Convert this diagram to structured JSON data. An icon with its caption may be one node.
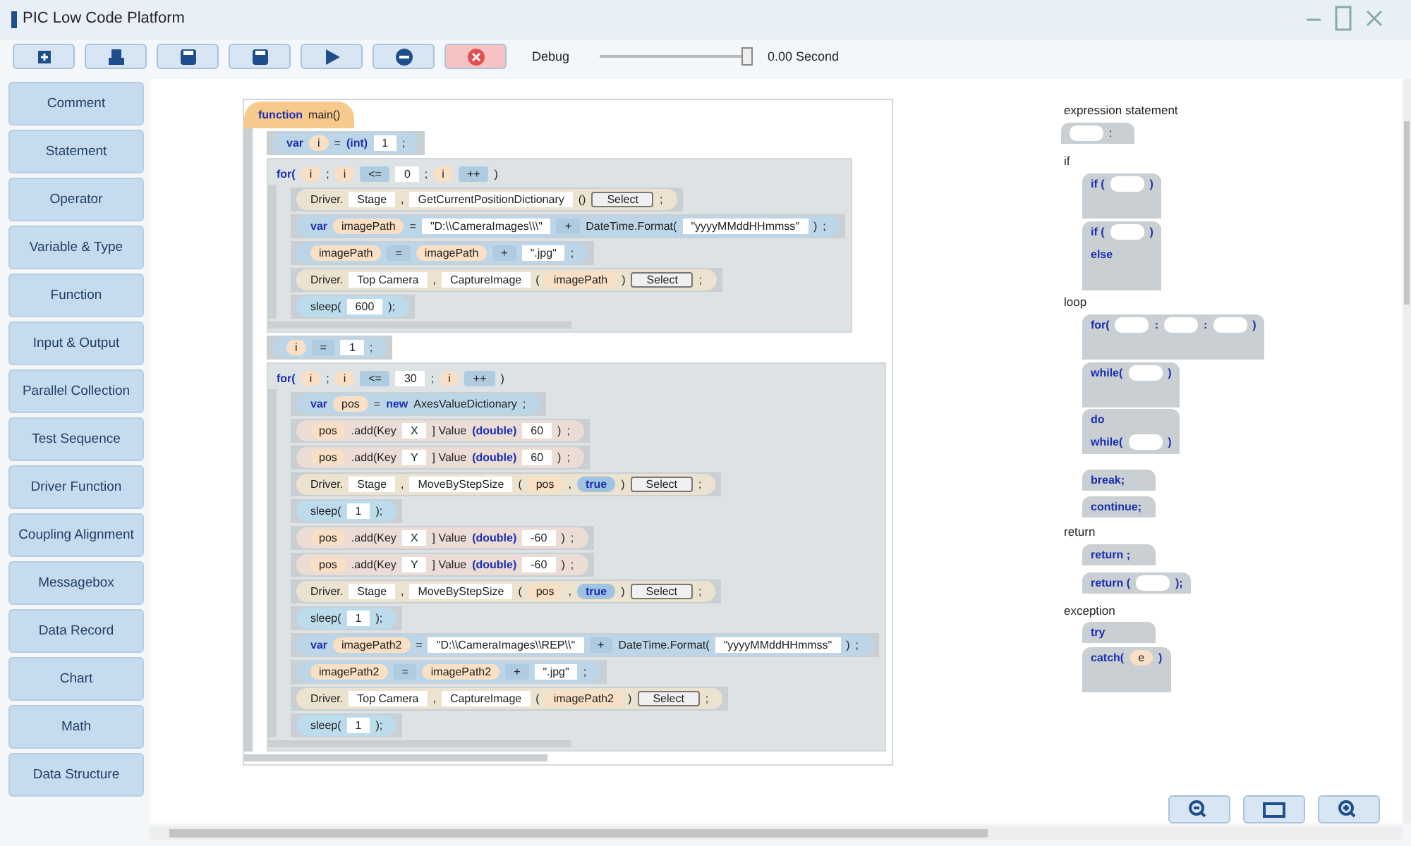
{
  "diagram": {
    "title": "PIC Low Code Platform",
    "nodes": [
      {
        "text": [
          "Comment"
        ]
      },
      {
        "text": [
          "Statement"
        ]
      },
      {
        "text": [
          "Operator"
        ]
      },
      {
        "text": [
          "Variable & Type"
        ]
      },
      {
        "text": [
          "Function"
        ]
      },
      {
        "text": [
          "Input & Output"
        ]
      },
      {
        "text": [
          "Parallel Collection"
        ]
      },
      {
        "text": [
          "Test Sequence"
        ]
      },
      {
        "text": [
          "Driver Function"
        ]
      },
      {
        "text": [
          "Coupling Alignment"
        ]
      },
      {
        "text": [
          "Messagebox"
        ]
      },
      {
        "text": [
          "Data Record"
        ]
      },
      {
        "text": [
          "Chart"
        ]
      },
      {
        "text": [
          "Math"
        ]
      },
      {
        "text": [
          "Data Structure"
        ]
      },
      {
        "text": [
          "function",
          "main()"
        ]
      },
      {
        "text": [
          "var",
          "i",
          "=",
          "(int)",
          "1",
          ";"
        ],
        "in": 15
      },
      {
        "text": [
          "for(",
          "i",
          ";",
          "i",
          "<=",
          "0",
          ";",
          "i",
          "++",
          ")"
        ],
        "in": 15
      },
      {
        "text": [
          "Driver.",
          "Stage",
          ",",
          "GetCurrentPositionDictionary",
          "()",
          "Select",
          ";"
        ],
        "in": 17
      },
      {
        "text": [
          "var",
          "imagePath",
          "=",
          "\"D:\\\\CameraImages\\\\\\\"",
          "+",
          "DateTime.Format(",
          "\"yyyyMMddHHmmss\"",
          ")",
          ";"
        ],
        "in": 17
      },
      {
        "text": [
          "imagePath",
          "=",
          "imagePath",
          "+",
          "\".jpg\"",
          ";"
        ],
        "in": 17
      },
      {
        "text": [
          "Driver.",
          "Top Camera",
          ",",
          "CaptureImage",
          "(",
          "imagePath",
          ")",
          "Select",
          ";"
        ],
        "in": 17
      },
      {
        "text": [
          "sleep(",
          "600",
          ");"
        ],
        "in": 17
      },
      {
        "text": [
          "i",
          "=",
          "1",
          ";"
        ],
        "in": 15
      },
      {
        "text": [
          "for(",
          "i",
          ";",
          "i",
          "<=",
          "30",
          ";",
          "i",
          "++",
          ")"
        ],
        "in": 15
      },
      {
        "text": [
          "var",
          "pos",
          "=",
          "new",
          "AxesValueDictionary",
          ";"
        ],
        "in": 24
      },
      {
        "text": [
          "pos",
          ".add(Key",
          "X",
          "] Value",
          "(double)",
          "60",
          ")",
          ";"
        ],
        "in": 24
      },
      {
        "text": [
          "pos",
          ".add(Key",
          "Y",
          "] Value",
          "(double)",
          "60",
          ")",
          ";"
        ],
        "in": 24
      },
      {
        "text": [
          "Driver.",
          "Stage",
          ",",
          "MoveByStepSize",
          "(",
          "pos",
          ",",
          "true",
          ")",
          "Select",
          ";"
        ],
        "in": 24
      },
      {
        "text": [
          "sleep(",
          "1",
          ");"
        ],
        "in": 24
      },
      {
        "text": [
          "pos",
          ".add(Key",
          "X",
          "] Value",
          "(double)",
          "-60",
          ")",
          ";"
        ],
        "in": 24
      },
      {
        "text": [
          "pos",
          ".add(Key",
          "Y",
          "] Value",
          "(double)",
          "-60",
          ")",
          ";"
        ],
        "in": 24
      },
      {
        "text": [
          "Driver.",
          "Stage",
          ",",
          "MoveByStepSize",
          "(",
          "pos",
          ",",
          "true",
          ")",
          "Select",
          ";"
        ],
        "in": 24
      },
      {
        "text": [
          "sleep(",
          "1",
          ");"
        ],
        "in": 24
      },
      {
        "text": [
          "var",
          "imagePath2",
          "=",
          "\"D:\\\\CameraImages\\\\REP\\\\\"",
          "+",
          "DateTime.Format(",
          "\"yyyyMMddHHmmss\"",
          ")",
          ";"
        ],
        "in": 24
      },
      {
        "text": [
          "imagePath2",
          "=",
          "imagePath2",
          "+",
          "\".jpg\"",
          ";"
        ],
        "in": 24
      },
      {
        "text": [
          "Driver.",
          "Top Camera",
          ",",
          "CaptureImage",
          "(",
          "imagePath2",
          ")",
          "Select",
          ";"
        ],
        "in": 24
      },
      {
        "text": [
          "sleep(",
          "1",
          ");"
        ],
        "in": 24
      },
      {
        "text": [
          ":"
        ]
      },
      {
        "text": [
          "if (",
          ")"
        ]
      },
      {
        "text": [
          "if (",
          ")",
          "else"
        ]
      },
      {
        "text": [
          "for(",
          ":",
          ":",
          ")"
        ]
      },
      {
        "text": [
          "while(",
          ")"
        ]
      },
      {
        "text": [
          "do",
          "while(",
          ")"
        ]
      },
      {
        "text": [
          "break;"
        ]
      },
      {
        "text": [
          "continue;"
        ]
      },
      {
        "text": [
          "return ;"
        ]
      },
      {
        "text": [
          "return (",
          ");"
        ]
      },
      {
        "text": [
          "try"
        ]
      },
      {
        "text": [
          "catch(",
          "e",
          ")"
        ]
      }
    ],
    "labels": [
      "Debug",
      "0.00 Second",
      "expression statement",
      "if",
      "loop",
      "return",
      "exception"
    ]
  }
}
